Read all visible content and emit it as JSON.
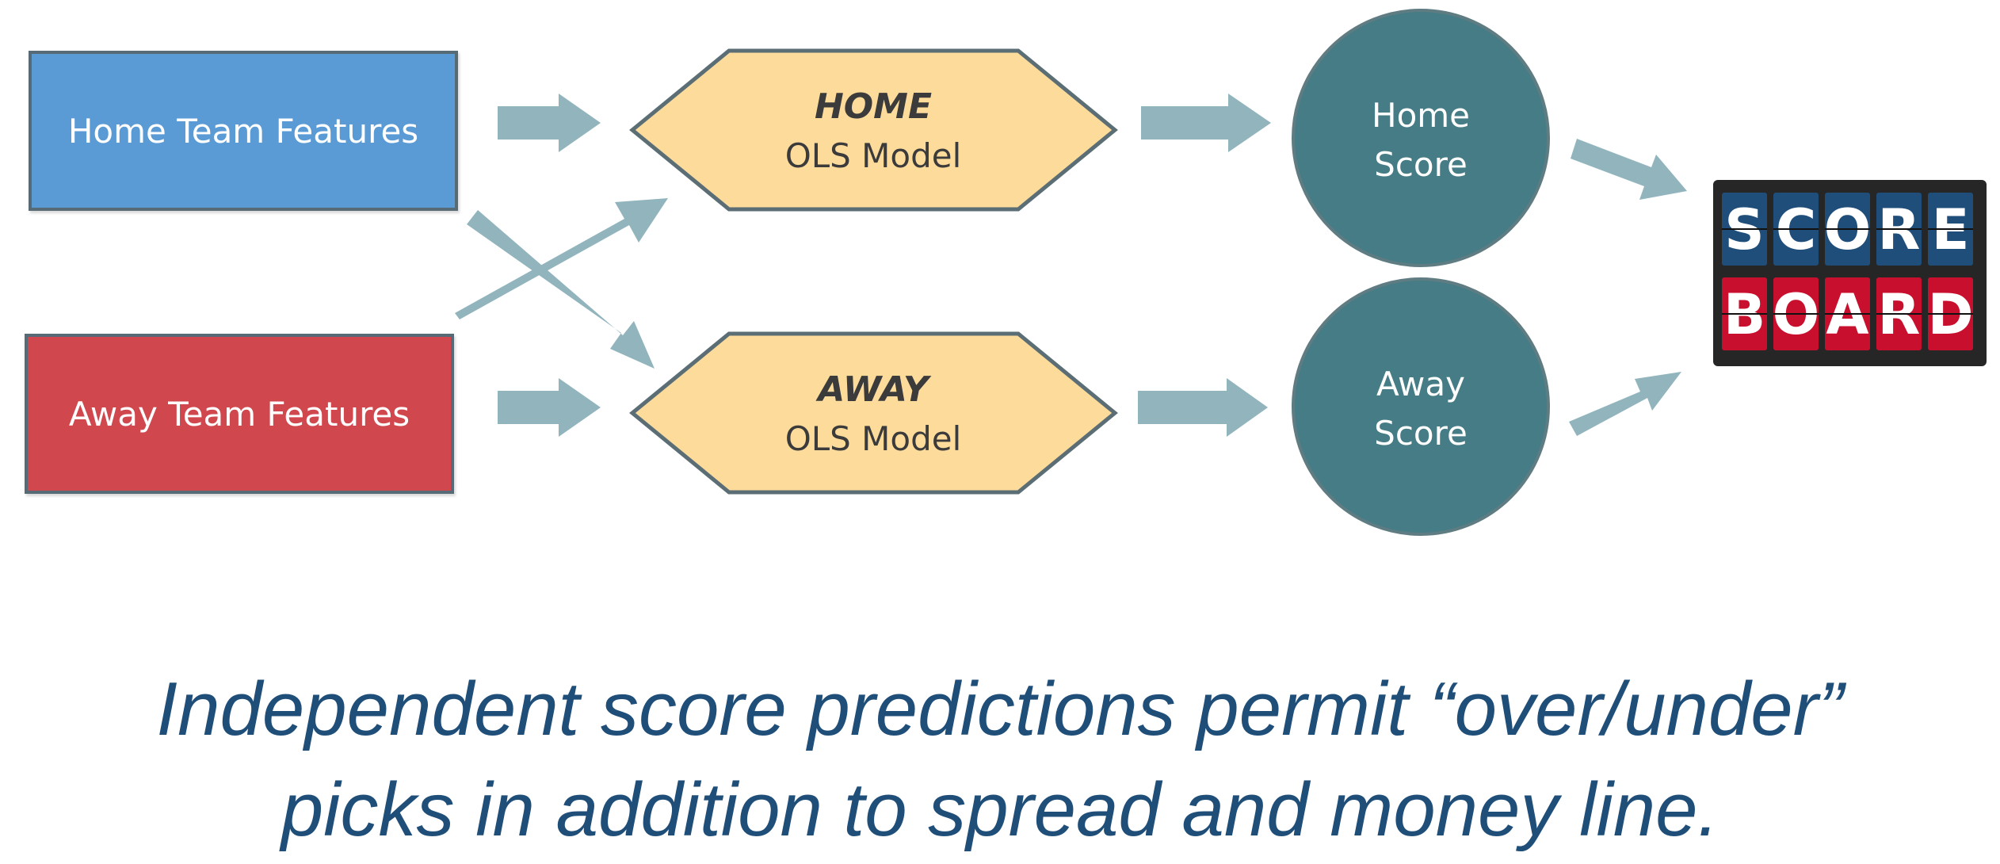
{
  "inputs": {
    "home": {
      "label": "Home Team Features",
      "color": "#5b9bd5"
    },
    "away": {
      "label": "Away Team Features",
      "color": "#d0474e"
    }
  },
  "models": {
    "home": {
      "title": "HOME",
      "subtitle": "OLS Model"
    },
    "away": {
      "title": "AWAY",
      "subtitle": "OLS Model"
    },
    "fill": "#fddc9b",
    "stroke": "#5c6e75"
  },
  "outputs": {
    "home": {
      "line1": "Home",
      "line2": "Score"
    },
    "away": {
      "line1": "Away",
      "line2": "Score"
    },
    "fill": "#467c85"
  },
  "scoreboard": {
    "row1": [
      "S",
      "C",
      "O",
      "R",
      "E"
    ],
    "row2": [
      "B",
      "O",
      "A",
      "R",
      "D"
    ],
    "row1_color": "#1f4e7a",
    "row2_color": "#c8102e"
  },
  "arrow_color": "#91b4bd",
  "caption": {
    "line1": "Independent score predictions permit “over/under”",
    "line2": "picks in addition to spread and money line."
  }
}
